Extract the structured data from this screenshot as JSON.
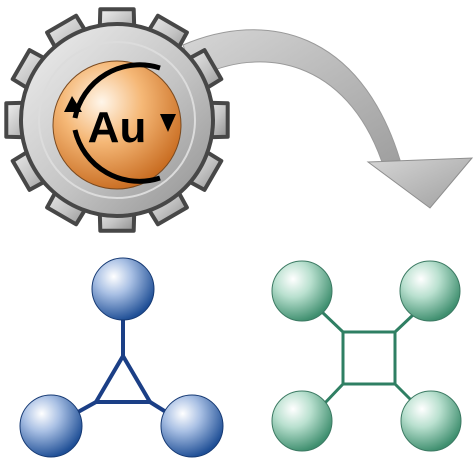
{
  "catalyst": {
    "label": "Au",
    "icon": "gear-icon"
  },
  "transformation_arrow": {
    "icon": "curved-arrow-icon"
  },
  "reactant": {
    "shape": "triangle",
    "node_count": 3
  },
  "product": {
    "shape": "square",
    "node_count": 4
  },
  "colors": {
    "gear_fill": "#c4c4c4",
    "gear_stroke": "#474747",
    "catalyst_core": "#e8954a",
    "catalyst_text": "#000000",
    "arrow_fill": "#b3b3b3",
    "reactant_node": "#1f4f96",
    "reactant_bond": "#1b3f86",
    "product_node": "#58a98a",
    "product_bond": "#2f7f63"
  }
}
